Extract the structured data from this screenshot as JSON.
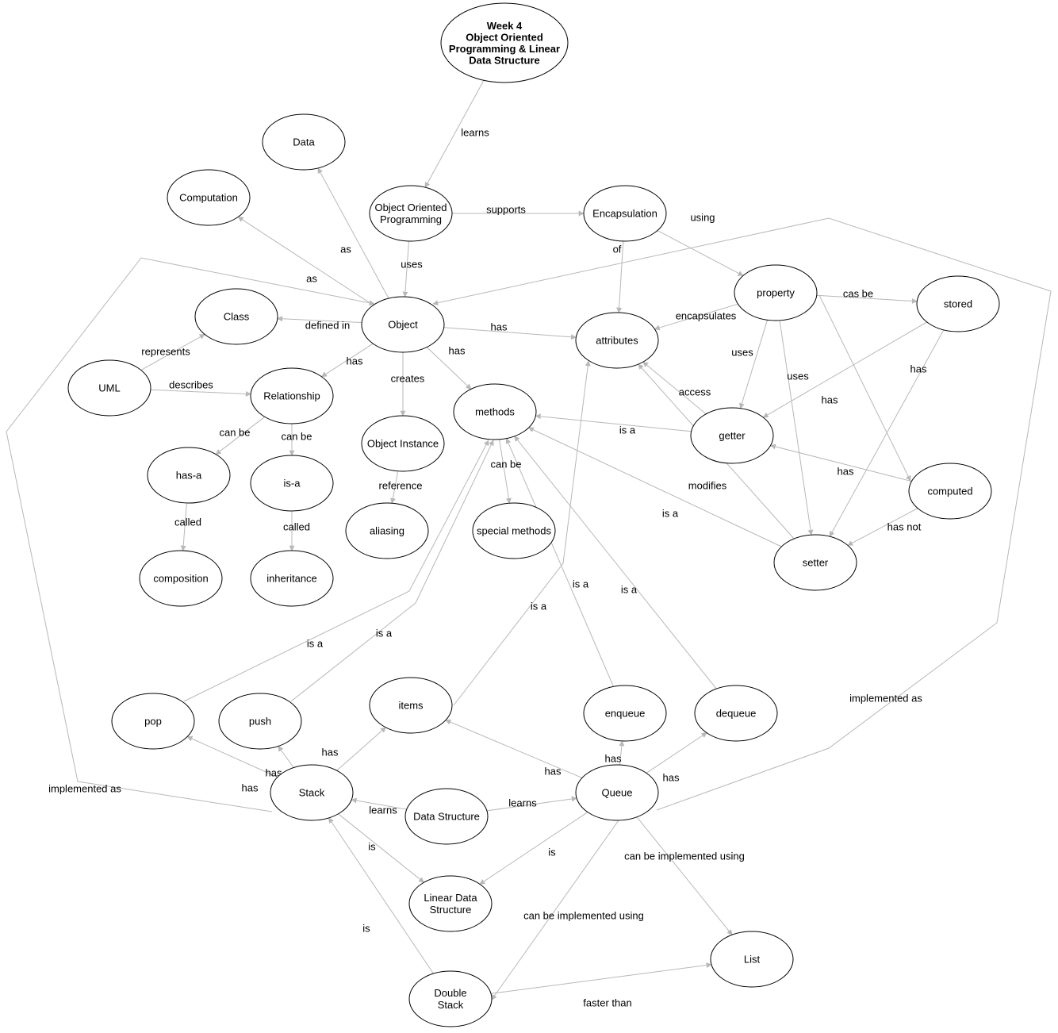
{
  "colors": {
    "highlight": "#e60000",
    "text": "#000000",
    "edge": "#b8b8b8"
  },
  "nodes": [
    {
      "id": "week4",
      "lines": [
        "Week 4",
        "Object Oriented",
        "Programming & Linear",
        "Data Structure"
      ],
      "bold": true
    },
    {
      "id": "data",
      "lines": [
        "Data"
      ]
    },
    {
      "id": "computation",
      "lines": [
        "Computation"
      ]
    },
    {
      "id": "oop",
      "lines": [
        "Object Oriented",
        "Programming"
      ],
      "highlight": true
    },
    {
      "id": "encapsulation",
      "lines": [
        "Encapsulation"
      ]
    },
    {
      "id": "property",
      "lines": [
        "property"
      ]
    },
    {
      "id": "stored",
      "lines": [
        "stored"
      ]
    },
    {
      "id": "class",
      "lines": [
        "Class"
      ]
    },
    {
      "id": "object",
      "lines": [
        "Object"
      ]
    },
    {
      "id": "attributes",
      "lines": [
        "attributes"
      ]
    },
    {
      "id": "uml",
      "lines": [
        "UML"
      ]
    },
    {
      "id": "relationship",
      "lines": [
        "Relationship"
      ]
    },
    {
      "id": "methods",
      "lines": [
        "methods"
      ]
    },
    {
      "id": "getter",
      "lines": [
        "getter"
      ]
    },
    {
      "id": "object_instance",
      "lines": [
        "Object Instance"
      ]
    },
    {
      "id": "computed",
      "lines": [
        "computed"
      ]
    },
    {
      "id": "has_a",
      "lines": [
        "has-a"
      ]
    },
    {
      "id": "is_a",
      "lines": [
        "is-a"
      ]
    },
    {
      "id": "aliasing",
      "lines": [
        "aliasing"
      ]
    },
    {
      "id": "special_methods",
      "lines": [
        "special methods"
      ]
    },
    {
      "id": "setter",
      "lines": [
        "setter"
      ]
    },
    {
      "id": "composition",
      "lines": [
        "composition"
      ]
    },
    {
      "id": "inheritance",
      "lines": [
        "inheritance"
      ]
    },
    {
      "id": "pop",
      "lines": [
        "pop"
      ]
    },
    {
      "id": "push",
      "lines": [
        "push"
      ]
    },
    {
      "id": "items",
      "lines": [
        "items"
      ]
    },
    {
      "id": "enqueue",
      "lines": [
        "enqueue"
      ]
    },
    {
      "id": "dequeue",
      "lines": [
        "dequeue"
      ]
    },
    {
      "id": "stack",
      "lines": [
        "Stack"
      ]
    },
    {
      "id": "data_structure",
      "lines": [
        "Data Structure"
      ],
      "highlight": true
    },
    {
      "id": "queue",
      "lines": [
        "Queue"
      ]
    },
    {
      "id": "linear_ds",
      "lines": [
        "Linear Data",
        "Structure"
      ]
    },
    {
      "id": "list",
      "lines": [
        "List"
      ]
    },
    {
      "id": "double_stack",
      "lines": [
        "Double",
        "Stack"
      ]
    }
  ],
  "edges": [
    {
      "from": "week4",
      "to": "oop",
      "label": "learns"
    },
    {
      "from": "oop",
      "to": "encapsulation",
      "label": "supports"
    },
    {
      "from": "oop",
      "to": "object",
      "label": "uses"
    },
    {
      "from": "encapsulation",
      "to": "property",
      "label": "using"
    },
    {
      "from": "encapsulation",
      "to": "attributes",
      "label": "of"
    },
    {
      "from": "object",
      "to": "data",
      "label": "as"
    },
    {
      "from": "object",
      "to": "computation",
      "label": "as"
    },
    {
      "from": "object",
      "to": "class",
      "label": "defined in"
    },
    {
      "from": "object",
      "to": "attributes",
      "label": "has"
    },
    {
      "from": "object",
      "to": "methods",
      "label": "has"
    },
    {
      "from": "object",
      "to": "relationship",
      "label": "has"
    },
    {
      "from": "object",
      "to": "object_instance",
      "label": "creates"
    },
    {
      "from": "uml",
      "to": "class",
      "label": "represents"
    },
    {
      "from": "uml",
      "to": "relationship",
      "label": "describes"
    },
    {
      "from": "relationship",
      "to": "has_a",
      "label": "can be"
    },
    {
      "from": "relationship",
      "to": "is_a",
      "label": "can be"
    },
    {
      "from": "has_a",
      "to": "composition",
      "label": "called"
    },
    {
      "from": "is_a",
      "to": "inheritance",
      "label": "called"
    },
    {
      "from": "object_instance",
      "to": "aliasing",
      "label": "reference"
    },
    {
      "from": "methods",
      "to": "special_methods",
      "label": "can be"
    },
    {
      "from": "property",
      "to": "stored",
      "label": "cas be"
    },
    {
      "from": "property",
      "to": "attributes",
      "label": "encapsulates"
    },
    {
      "from": "property",
      "to": "getter",
      "label": "uses"
    },
    {
      "from": "property",
      "to": "setter",
      "label": "uses"
    },
    {
      "from": "property",
      "to": "computed",
      "label": ""
    },
    {
      "from": "stored",
      "to": "getter",
      "label": "has"
    },
    {
      "from": "stored",
      "to": "setter",
      "label": "has"
    },
    {
      "from": "getter",
      "to": "attributes",
      "label": "access"
    },
    {
      "from": "getter",
      "to": "methods",
      "label": "is a"
    },
    {
      "from": "computed",
      "to": "getter",
      "label": "has"
    },
    {
      "from": "computed",
      "to": "setter",
      "label": "has not"
    },
    {
      "from": "setter",
      "to": "methods",
      "label": "is a"
    },
    {
      "from": "setter",
      "to": "attributes",
      "label": "modifies"
    },
    {
      "from": "pop",
      "to": "methods",
      "label": "is a"
    },
    {
      "from": "push",
      "to": "methods",
      "label": "is a"
    },
    {
      "from": "items",
      "to": "attributes",
      "label": "is a"
    },
    {
      "from": "enqueue",
      "to": "methods",
      "label": "is a"
    },
    {
      "from": "dequeue",
      "to": "methods",
      "label": "is a"
    },
    {
      "from": "stack",
      "to": "pop",
      "label": "has"
    },
    {
      "from": "stack",
      "to": "push",
      "label": "has"
    },
    {
      "from": "stack",
      "to": "items",
      "label": "has"
    },
    {
      "from": "stack",
      "to": "object",
      "label": "implemented as"
    },
    {
      "from": "stack",
      "to": "linear_ds",
      "label": "is"
    },
    {
      "from": "data_structure",
      "to": "stack",
      "label": "learns"
    },
    {
      "from": "data_structure",
      "to": "queue",
      "label": "learns"
    },
    {
      "from": "queue",
      "to": "items",
      "label": "has"
    },
    {
      "from": "queue",
      "to": "enqueue",
      "label": "has"
    },
    {
      "from": "queue",
      "to": "dequeue",
      "label": "has"
    },
    {
      "from": "queue",
      "to": "linear_ds",
      "label": "is"
    },
    {
      "from": "queue",
      "to": "list",
      "label": "can be implemented using"
    },
    {
      "from": "queue",
      "to": "double_stack",
      "label": "can be implemented using"
    },
    {
      "from": "queue",
      "to": "object",
      "label": "implemented as"
    },
    {
      "from": "double_stack",
      "to": "stack",
      "label": "is"
    },
    {
      "from": "double_stack",
      "to": "list",
      "label": "faster than"
    }
  ]
}
